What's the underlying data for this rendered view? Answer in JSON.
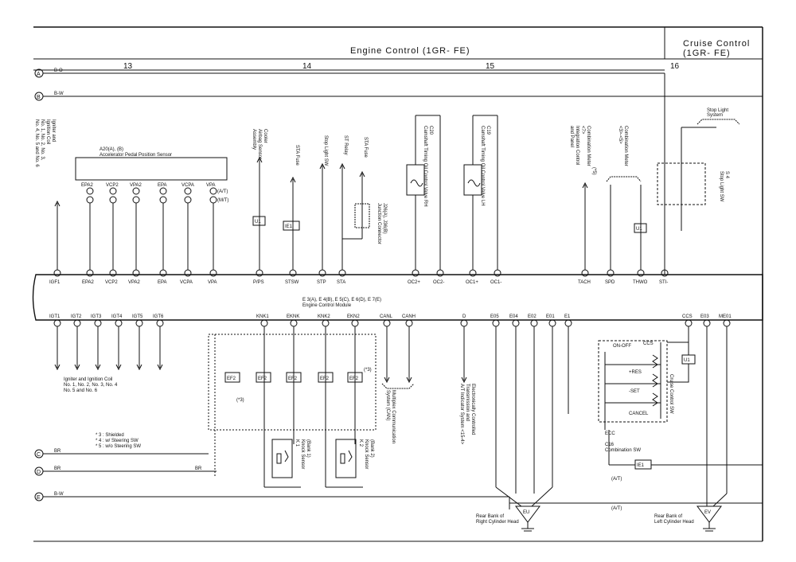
{
  "header": {
    "engine_control": "Engine Control (1GR- FE)",
    "cruise_control_1": "Cruise Control",
    "cruise_control_2": "(1GR- FE)"
  },
  "sections": [
    "13",
    "14",
    "15",
    "16"
  ],
  "buses": [
    {
      "id": "A",
      "wire": "B-O"
    },
    {
      "id": "B",
      "wire": "B-W"
    },
    {
      "id": "C",
      "wire": "BR"
    },
    {
      "id": "D",
      "wire": "BR"
    },
    {
      "id": "E",
      "wire": "B-W"
    }
  ],
  "ecm": {
    "title": "E 3(A), E 4(B), E 5(C), E 6(D), E 7(E)",
    "subtitle": "Engine Control Module",
    "top_terminals": [
      "IGF1",
      "EPA2",
      "VCP2",
      "VPA2",
      "EPA",
      "VCPA",
      "VPA",
      "P/PS",
      "STSW",
      "STP",
      "STA",
      "OC2+",
      "OC2-",
      "OC1+",
      "OC1-",
      "TACH",
      "SPD",
      "THWO",
      "STI-"
    ],
    "bottom_terminals": [
      "IGT1",
      "IGT2",
      "IGT3",
      "IGT4",
      "IGT5",
      "IGT6",
      "KNK1",
      "EKNK",
      "KNK2",
      "EKN2",
      "CANL",
      "CANH",
      "D",
      "E05",
      "E04",
      "E02",
      "E01",
      "E1",
      "CCS",
      "E03",
      "ME01"
    ]
  },
  "components": {
    "igniter": [
      "Igniter and",
      "Ignition Coil",
      "No. 1, No. 2, No. 3,",
      "No. 4, No. 5 and No. 6"
    ],
    "accel_sensor": [
      "A20(A), (B)",
      "Accelerator Pedal Position Sensor"
    ],
    "accel_pins": [
      "EPA2",
      "VCP2",
      "VPA2",
      "EPA",
      "VCPA",
      "VPA"
    ],
    "accel_mt_at": [
      "(A/T)",
      "(M/T)"
    ],
    "cooler": [
      "Cooler",
      "Airbag Sensor",
      "Assembly"
    ],
    "sta_fuse_a": "STA Fuse",
    "stop_light_sw": "Stop Light SW",
    "st_relay": "ST Relay",
    "sta_fuse_b": "STA Fuse",
    "junction": [
      "J26(A), J36(B)",
      "Junction Connector"
    ],
    "cam_rh": [
      "C20",
      "Camshaft Timing Oil Control Valve RH"
    ],
    "cam_lh": [
      "C19",
      "Camshaft Timing Oil Control Valve LH"
    ],
    "combo_meter_a": [
      "Combination Meter",
      "<7>",
      "Integration Control",
      "and Panel",
      "(*5)"
    ],
    "combo_meter_b": [
      "Combination Meter",
      "<3>-<5>"
    ],
    "stop_light_system": [
      "Stop Light",
      "System"
    ],
    "stop_light_switch": [
      "S 4",
      "Stop Light SW"
    ],
    "igniter_coil_bottom": [
      "Igniter and Ignition Coil",
      "No. 1, No. 2, No. 3, No. 4",
      "No. 5 and No. 6"
    ],
    "legend": [
      "* 3 : Shielded",
      "* 4 : w/ Steering SW",
      "* 5 : w/o Steering SW"
    ],
    "knock1": [
      "K 1",
      "Knock Sensor",
      "(Bank 1)"
    ],
    "knock2": [
      "K 2",
      "Knock Sensor",
      "(Bank 2)"
    ],
    "can": [
      "Multiplex Communication",
      "System (CAN)"
    ],
    "ect": [
      "Electronically Controlled",
      "Transmission and",
      "A/T Indicator System <15-4>"
    ],
    "cruise_sw": [
      "ON-OFF",
      "+RES",
      "-SET",
      "CANCEL",
      "Cruise Control SW"
    ],
    "combo_sw": [
      "C16",
      "Combination SW"
    ],
    "ground_eu": [
      "Rear Bank of",
      "Right Cylinder Head"
    ],
    "ground_ev": [
      "Rear Bank of",
      "Left Cylinder Head"
    ],
    "eu": "EU",
    "ev": "EV"
  },
  "tags": {
    "u1": "U1",
    "ie1": "IE1",
    "ef2": "EF2",
    "ccs": "CCS",
    "ecc": "ECC",
    "at": "(A/T)",
    "mt": "(M/T)",
    "s3": "(*3)"
  }
}
